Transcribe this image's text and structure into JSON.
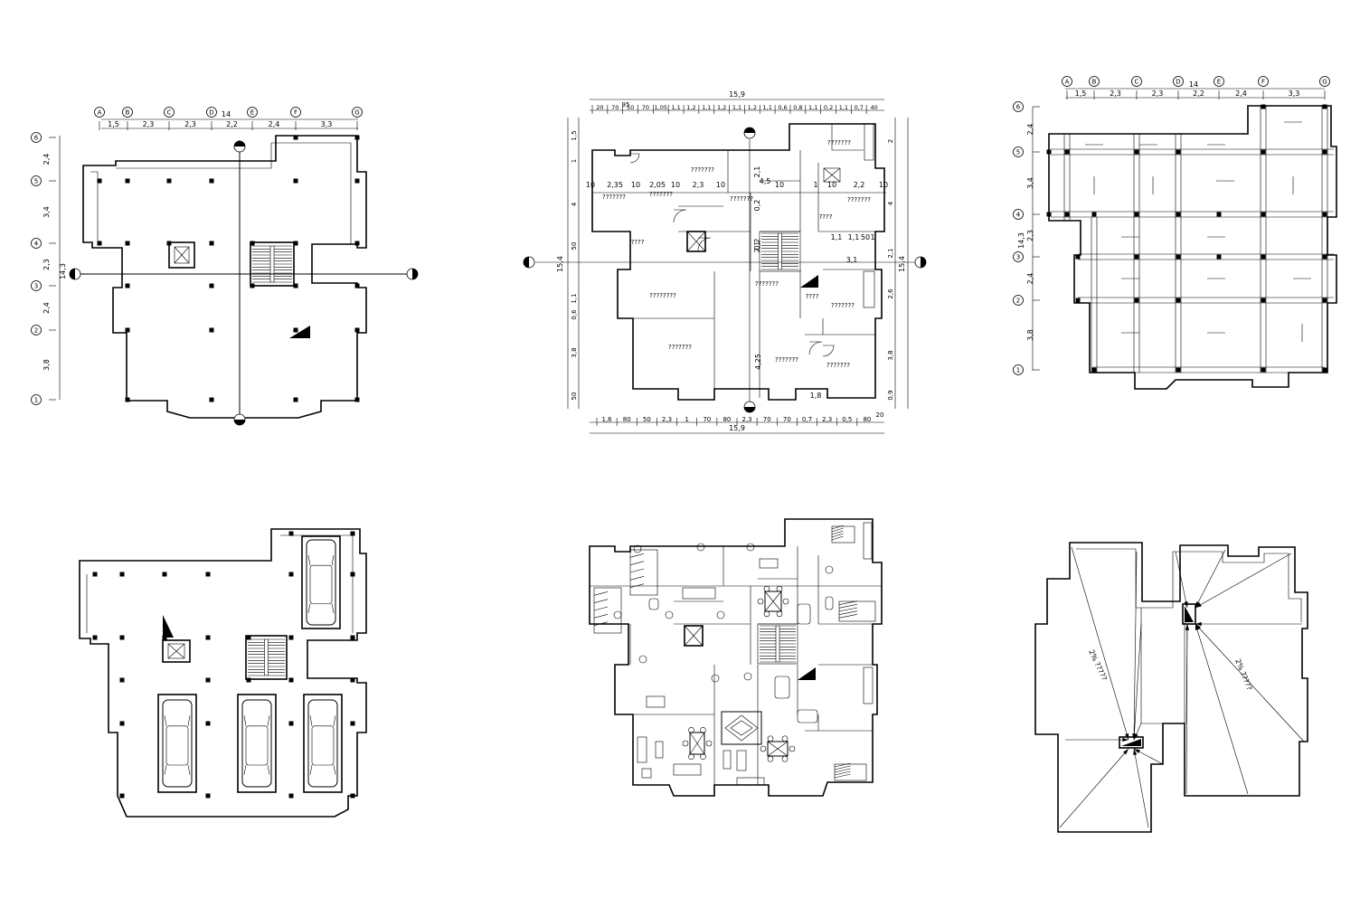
{
  "grid": {
    "columns": [
      "A",
      "B",
      "C",
      "D",
      "E",
      "F",
      "G"
    ],
    "rows": [
      "1",
      "2",
      "3",
      "4",
      "5",
      "6"
    ],
    "col_spacings": [
      "1,5",
      "2,3",
      "2,3",
      "2,2",
      "2,4",
      "3,3"
    ],
    "row_spacings": [
      "3,8",
      "2,4",
      "2,3",
      "3,4",
      "2,4"
    ],
    "total_width": "14",
    "total_height": "14,3"
  },
  "first_floor": {
    "overall_width": "15,9",
    "overall_height": "15,4",
    "top_dims": [
      "20",
      "70",
      "50",
      "70",
      "1,05",
      "1,1",
      "1,2",
      "1,1",
      "1,2",
      "1,1",
      "1,2",
      "1,1",
      "0,6",
      "0,8",
      "1,1",
      "0,2",
      "1,1",
      "0,7",
      "40"
    ],
    "top_sub": "95",
    "bottom_dims": [
      "1,6",
      "80",
      "50",
      "2,3",
      "1",
      "70",
      "80",
      "2,3",
      "70",
      "70",
      "0,7",
      "2,3",
      "0,5",
      "80"
    ],
    "bottom_edge": "20",
    "left_dims": [
      "1,5",
      "1",
      "4",
      "50",
      "1,1",
      "0,6",
      "3,8",
      "50"
    ],
    "right_dims": [
      "2",
      "4",
      "2,1",
      "2,6",
      "3,8",
      "0,9"
    ],
    "inner_dims": [
      "10",
      "2,35",
      "10",
      "2,05",
      "10",
      "2,3",
      "10",
      "4,5",
      "10",
      "1",
      "10",
      "2,2",
      "10",
      "2,1",
      "0,2",
      "2,1",
      "1,1",
      "50",
      "1,1",
      "1",
      "3,1",
      "4,25",
      "1,8",
      "0,2"
    ],
    "room_labels": [
      "???????",
      "???????",
      "???????",
      "???????",
      "???????",
      "???????",
      "????",
      "????",
      "????????",
      "???????",
      "???????",
      "???????",
      "????",
      "???????",
      "???????"
    ]
  },
  "roof": {
    "slope_labels": [
      "2% ?????",
      "2% ?????"
    ]
  }
}
